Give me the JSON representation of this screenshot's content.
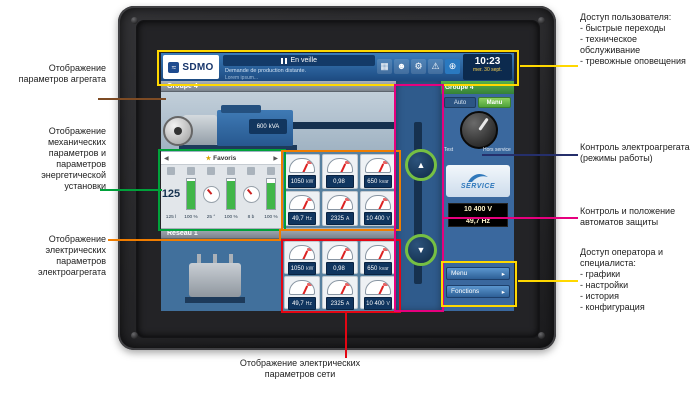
{
  "callouts": {
    "left": [
      {
        "label": "Отображение параметров агрегата",
        "color": "#7d4b24"
      },
      {
        "label": "Отображение механических параметров и параметров энергетической установки",
        "color": "#00a13a"
      },
      {
        "label": "Отображение электрических параметров электроагрегата",
        "color": "#f07d00"
      },
      {
        "label": "Отображение электрических параметров сети",
        "color": "#e30613"
      }
    ],
    "right": [
      {
        "title": "Доступ пользователя:",
        "items": [
          "- быстрые переходы",
          "- техническое обслуживание",
          "- тревожные оповещения"
        ],
        "color": "#ffd800"
      },
      {
        "title": "Контроль электроагрегата (режимы работы)",
        "items": [],
        "color": "#252f6b"
      },
      {
        "title": "Контроль и положение автоматов защиты",
        "items": [],
        "color": "#e6007e"
      },
      {
        "title": "Доступ оператора и специалиста:",
        "items": [
          "- графики",
          "- настройки",
          "- история",
          "- конфигурация"
        ],
        "color": "#ffd800"
      }
    ]
  },
  "hmi": {
    "topbar": {
      "brand": "SDMO",
      "status": "En veille",
      "message1": "Demande de production distante.",
      "message2": "Lorem ipsum...",
      "time": "10:23",
      "date": "mer. 30 sept."
    },
    "genset": {
      "header": "Groupe 4",
      "power_value": "600",
      "power_unit": "kVA"
    },
    "gauges": {
      "tab": "Favoris",
      "big_value": "125",
      "bottom_labels": [
        "125 l",
        "100 %",
        "25 °",
        "100 %",
        "8 b",
        "100 %"
      ]
    },
    "genset_meters": [
      {
        "value": "1050",
        "unit": "kW"
      },
      {
        "value": "0,98",
        "unit": ""
      },
      {
        "value": "650",
        "unit": "kvar"
      },
      {
        "value": "49,7",
        "unit": "Hz"
      },
      {
        "value": "2325",
        "unit": "A"
      },
      {
        "value": "10 400",
        "unit": "V"
      }
    ],
    "mains": {
      "header": "Réseau 1"
    },
    "mains_meters": [
      {
        "value": "1050",
        "unit": "kW"
      },
      {
        "value": "0,98",
        "unit": ""
      },
      {
        "value": "650",
        "unit": "kvar"
      },
      {
        "value": "49,7",
        "unit": "Hz"
      },
      {
        "value": "2325",
        "unit": "A"
      },
      {
        "value": "10 400",
        "unit": "V"
      }
    ],
    "right_panel": {
      "header": "Groupe 4",
      "auto": "Auto",
      "manu": "Manu",
      "knob_left": "Test",
      "knob_right": "Hors service",
      "service": "SERVICE",
      "display_line1": "10 400 V",
      "display_line2": "49,7 Hz",
      "menu": "Menu",
      "fonctions": "Fonctions"
    }
  },
  "icons": {
    "logo_mark": "≈",
    "star": "★",
    "chevron_left": "◀",
    "chevron_right": "▶",
    "menu_arrow": "▸",
    "breaker_top": "▲",
    "breaker_bottom": "▼",
    "grid": "▦",
    "user": "☻",
    "maintenance": "⚙",
    "alarm": "⚠",
    "globe": "⊕"
  }
}
